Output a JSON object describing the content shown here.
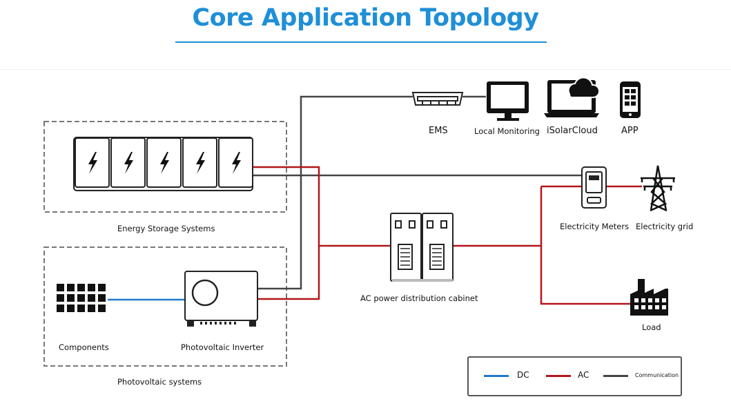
{
  "title": "Core Application Topology",
  "nodes": {
    "ems": "EMS",
    "local_monitoring": "Local Monitoring",
    "isolarcloud": "iSolarCloud",
    "app": "APP",
    "energy_storage": "Energy Storage Systems",
    "electricity_meters": "Electricity Meters",
    "electricity_grid": "Electricity grid",
    "ac_cabinet": "AC power distribution cabinet",
    "load": "Load",
    "components": "Components",
    "pv_inverter": "Photovoltaic Inverter",
    "pv_systems": "Photovoltaic systems"
  },
  "legend": {
    "dc": "DC",
    "ac": "AC",
    "communication": "Communication"
  },
  "colors": {
    "title": "#1f8fd8",
    "dc": "#1f78c8",
    "ac": "#b3151b",
    "communication": "#444444"
  },
  "icons": {
    "battery_cell": "lightning-bolt-icon",
    "ems": "ems-device-icon",
    "local_monitoring": "monitor-icon",
    "isolarcloud": "laptop-cloud-icon",
    "app": "smartphone-icon",
    "meter": "electricity-meter-icon",
    "grid": "transmission-tower-icon",
    "cabinet": "cabinet-icon",
    "load": "factory-icon",
    "components": "solar-panel-icon",
    "inverter": "inverter-icon"
  }
}
